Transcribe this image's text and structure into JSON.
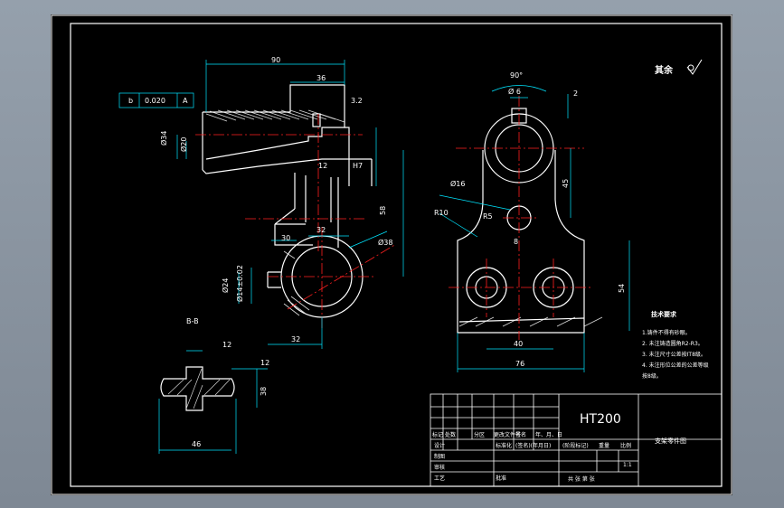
{
  "colors": {
    "background": "#8b95a2",
    "sheet": "#000000",
    "outline": "#ffffff",
    "dimension": "#00e5ff",
    "centerline": "#ff2020",
    "hatch": "#d8d8d8"
  },
  "dims": {
    "front": {
      "d90": "90",
      "d36": "36",
      "d3_2": "3.2",
      "d12": "12",
      "d34": "Ø34",
      "d20": "Ø20",
      "d58": "58",
      "d30": "30",
      "d32": "32",
      "d38": "Ø38",
      "d24": "Ø24",
      "d14": "Ø14±0.02",
      "d32b": "32",
      "sec_b": "b",
      "tol": "0.020",
      "datum_a": "A",
      "h7": "H7"
    },
    "side": {
      "angle": "90°",
      "d6": "Ø 6",
      "d2": "2",
      "d16": "Ø16",
      "r10": "R10",
      "r5": "R5",
      "d45": "45",
      "d54": "54",
      "d40": "40",
      "d76": "76",
      "d8": "8"
    },
    "section": {
      "label": "B-B",
      "d12a": "12",
      "d12b": "12",
      "d38": "38",
      "d46": "46"
    }
  },
  "rest_label": "其余",
  "tech": {
    "title": "技术要求",
    "lines": [
      "1.铸件不得有砂眼。",
      "2. 未注铸造圆角R2-R3。",
      "3. 未注尺寸公差按IT8级。",
      "4. 未注形位公差的公差等级",
      "按8级。"
    ]
  },
  "title_block": {
    "material": "HT200",
    "part_name": "支架零件图",
    "hdr_mark": "标记",
    "hdr_qty": "处数",
    "hdr_zone": "分区",
    "hdr_docno": "更改文件号",
    "hdr_sign": "签名",
    "hdr_date": "年、月、日",
    "design": "设计",
    "std": "标准化",
    "sign_date": "(签名)(年月日)",
    "stage": "(阶段标记)",
    "weight": "重量",
    "scale": "比例",
    "scale_val": "1:1",
    "draw": "制图",
    "review": "审核",
    "craft": "工艺",
    "approve": "批准",
    "sheets": "共 张 第 张"
  }
}
